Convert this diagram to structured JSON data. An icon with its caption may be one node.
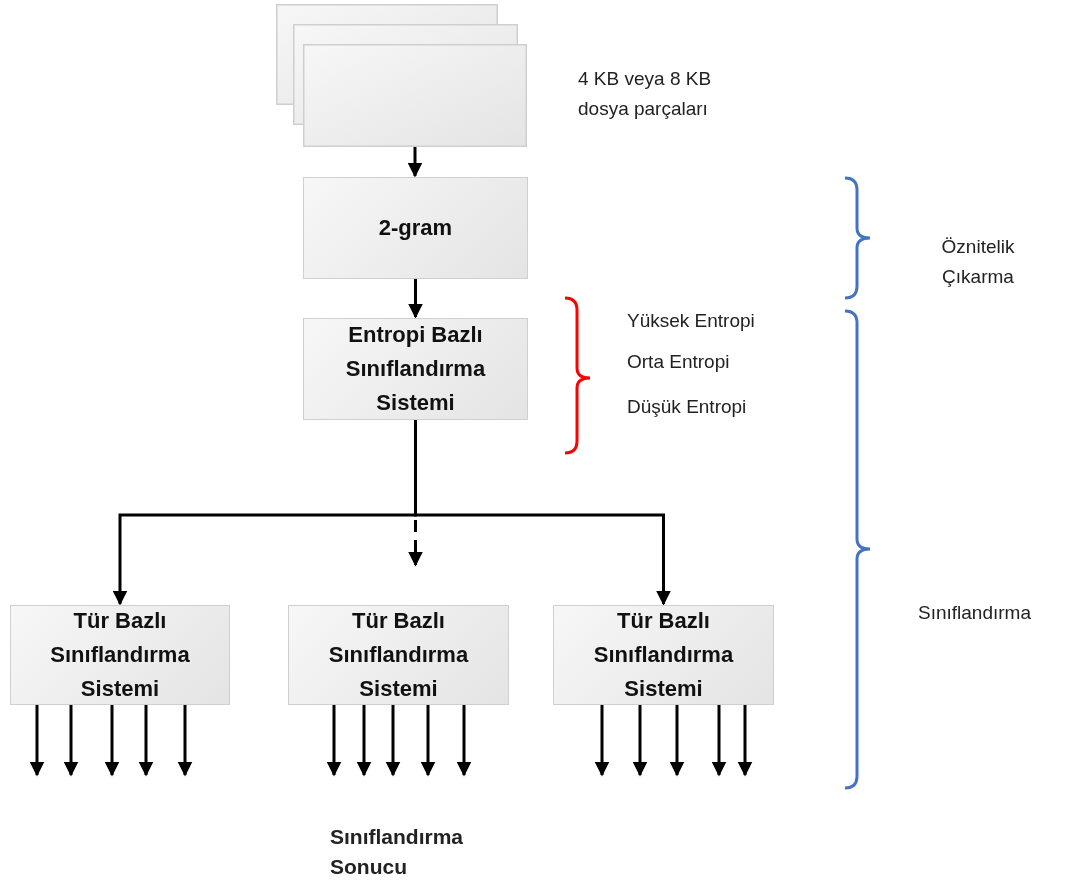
{
  "diagram": {
    "nodes": [
      {
        "text": [],
        "shape": "stack",
        "beside": [
          "4 KB veya 8 KB dosya parçaları"
        ]
      },
      {
        "text": [
          "2-gram"
        ]
      },
      {
        "text": [
          "Entropi Bazlı Sınıflandırma Sistemi"
        ]
      },
      {
        "text": [
          "Tür Bazlı Sınıflandırma Sistemi"
        ]
      },
      {
        "text": [
          "Tür Bazlı Sınıflandırma Sistemi"
        ]
      },
      {
        "text": [
          "Tür Bazlı Sınıflandırma Sistemi"
        ]
      }
    ],
    "edges": [
      {
        "from": 0,
        "to": 1,
        "arrow": "to"
      },
      {
        "from": 1,
        "to": 2,
        "arrow": "to"
      },
      {
        "from": 2,
        "to": 3,
        "arrow": "to"
      },
      {
        "from": 2,
        "to": null,
        "arrow": "to",
        "style": "dashed"
      },
      {
        "from": 2,
        "to": 5,
        "arrow": "to"
      },
      {
        "from": 3,
        "to": null,
        "arrow": "to"
      },
      {
        "from": 3,
        "to": null,
        "arrow": "to"
      },
      {
        "from": 3,
        "to": null,
        "arrow": "to"
      },
      {
        "from": 3,
        "to": null,
        "arrow": "to"
      },
      {
        "from": 3,
        "to": null,
        "arrow": "to"
      },
      {
        "from": 4,
        "to": null,
        "arrow": "to"
      },
      {
        "from": 4,
        "to": null,
        "arrow": "to"
      },
      {
        "from": 4,
        "to": null,
        "arrow": "to"
      },
      {
        "from": 4,
        "to": null,
        "arrow": "to"
      },
      {
        "from": 4,
        "to": null,
        "arrow": "to"
      },
      {
        "from": 5,
        "to": null,
        "arrow": "to"
      },
      {
        "from": 5,
        "to": null,
        "arrow": "to"
      },
      {
        "from": 5,
        "to": null,
        "arrow": "to"
      },
      {
        "from": 5,
        "to": null,
        "arrow": "to"
      },
      {
        "from": 5,
        "to": null,
        "arrow": "to"
      }
    ],
    "labels": [
      "Öznitelik Çıkarma",
      "Yüksek Entropi",
      "Orta Entropi",
      "Düşük Entropi",
      "Sınıflandırma",
      "Sınıflandırma Sonucu"
    ]
  }
}
